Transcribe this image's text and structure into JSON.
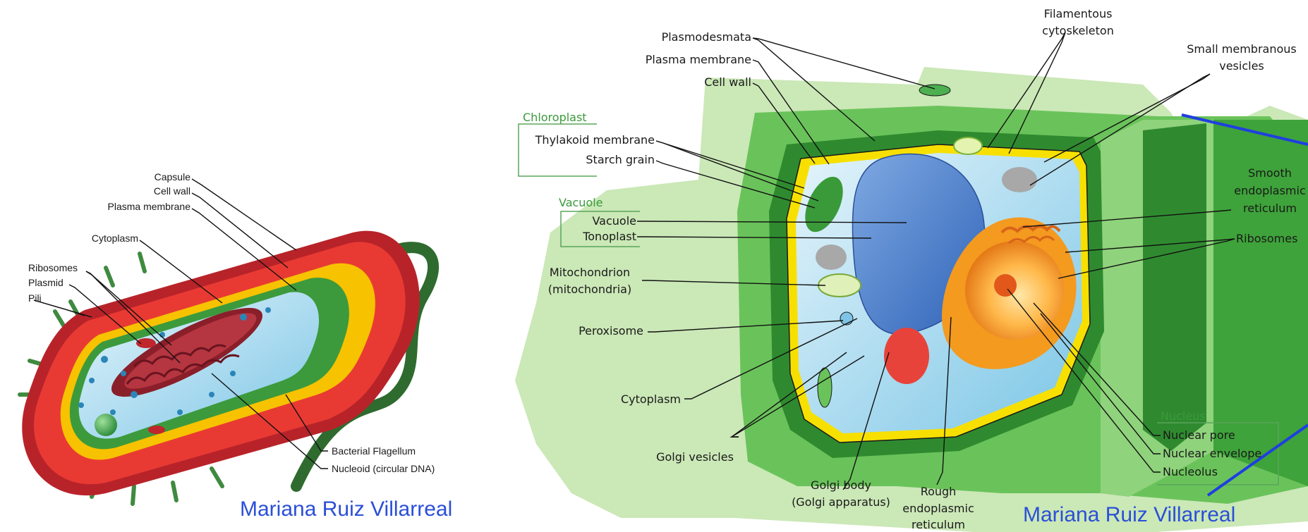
{
  "bacterium": {
    "labels": {
      "capsule": "Capsule",
      "cell_wall": "Cell wall",
      "plasma_membrane": "Plasma membrane",
      "cytoplasm": "Cytoplasm",
      "ribosomes": "Ribosomes",
      "plasmid": "Plasmid",
      "pili": "Pili",
      "flagellum": "Bacterial Flagellum",
      "nucleoid": "Nucleoid (circular DNA)"
    },
    "credit": "Mariana Ruiz Villarreal"
  },
  "plant_cell": {
    "labels": {
      "plasmodesmata": "Plasmodesmata",
      "plasma_membrane": "Plasma membrane",
      "cell_wall": "Cell wall",
      "thylakoid": "Thylakoid membrane",
      "starch": "Starch grain",
      "vacuole": "Vacuole",
      "tonoplast": "Tonoplast",
      "mito_1": "Mitochondrion",
      "mito_2": "(mitochondria)",
      "peroxisome": "Peroxisome",
      "cytoplasm": "Cytoplasm",
      "golgi_vesicles": "Golgi vesicles",
      "golgi_body_1": "Golgi body",
      "golgi_body_2": "(Golgi apparatus)",
      "rough_er_1": "Rough",
      "rough_er_2": "endoplasmic",
      "rough_er_3": "reticulum",
      "filamentous_1": "Filamentous",
      "filamentous_2": "cytoskeleton",
      "small_vesicles_1": "Small membranous",
      "small_vesicles_2": "vesicles",
      "smooth_er_1": "Smooth",
      "smooth_er_2": "endoplasmic",
      "smooth_er_3": "reticulum",
      "ribosomes": "Ribosomes",
      "nuclear_pore": "Nuclear pore",
      "nuclear_envelope": "Nuclear envelope",
      "nucleolus": "Nucleolus"
    },
    "groups": {
      "chloroplast": "Chloroplast",
      "vacuole": "Vacuole",
      "nucleus": "Nucleus"
    },
    "credit": "Mariana Ruiz Villarreal"
  },
  "colors": {
    "capsule_red": "#b8232a",
    "wall_red": "#e83a33",
    "membrane_yellow": "#f7c200",
    "wall_green": "#3c9a3c",
    "cytoplasm_blue": "#bfe3f3",
    "dna_red": "#8a1f2a",
    "plant_light_green": "#cbe8b7",
    "plant_green": "#6ac35a",
    "plant_dark_green": "#2f8a2f",
    "vacuole_blue": "#4f86cf",
    "nucleus_orange": "#f39a1f",
    "golgi_red": "#e8433a",
    "annotation_blue": "#1f3fe0"
  }
}
